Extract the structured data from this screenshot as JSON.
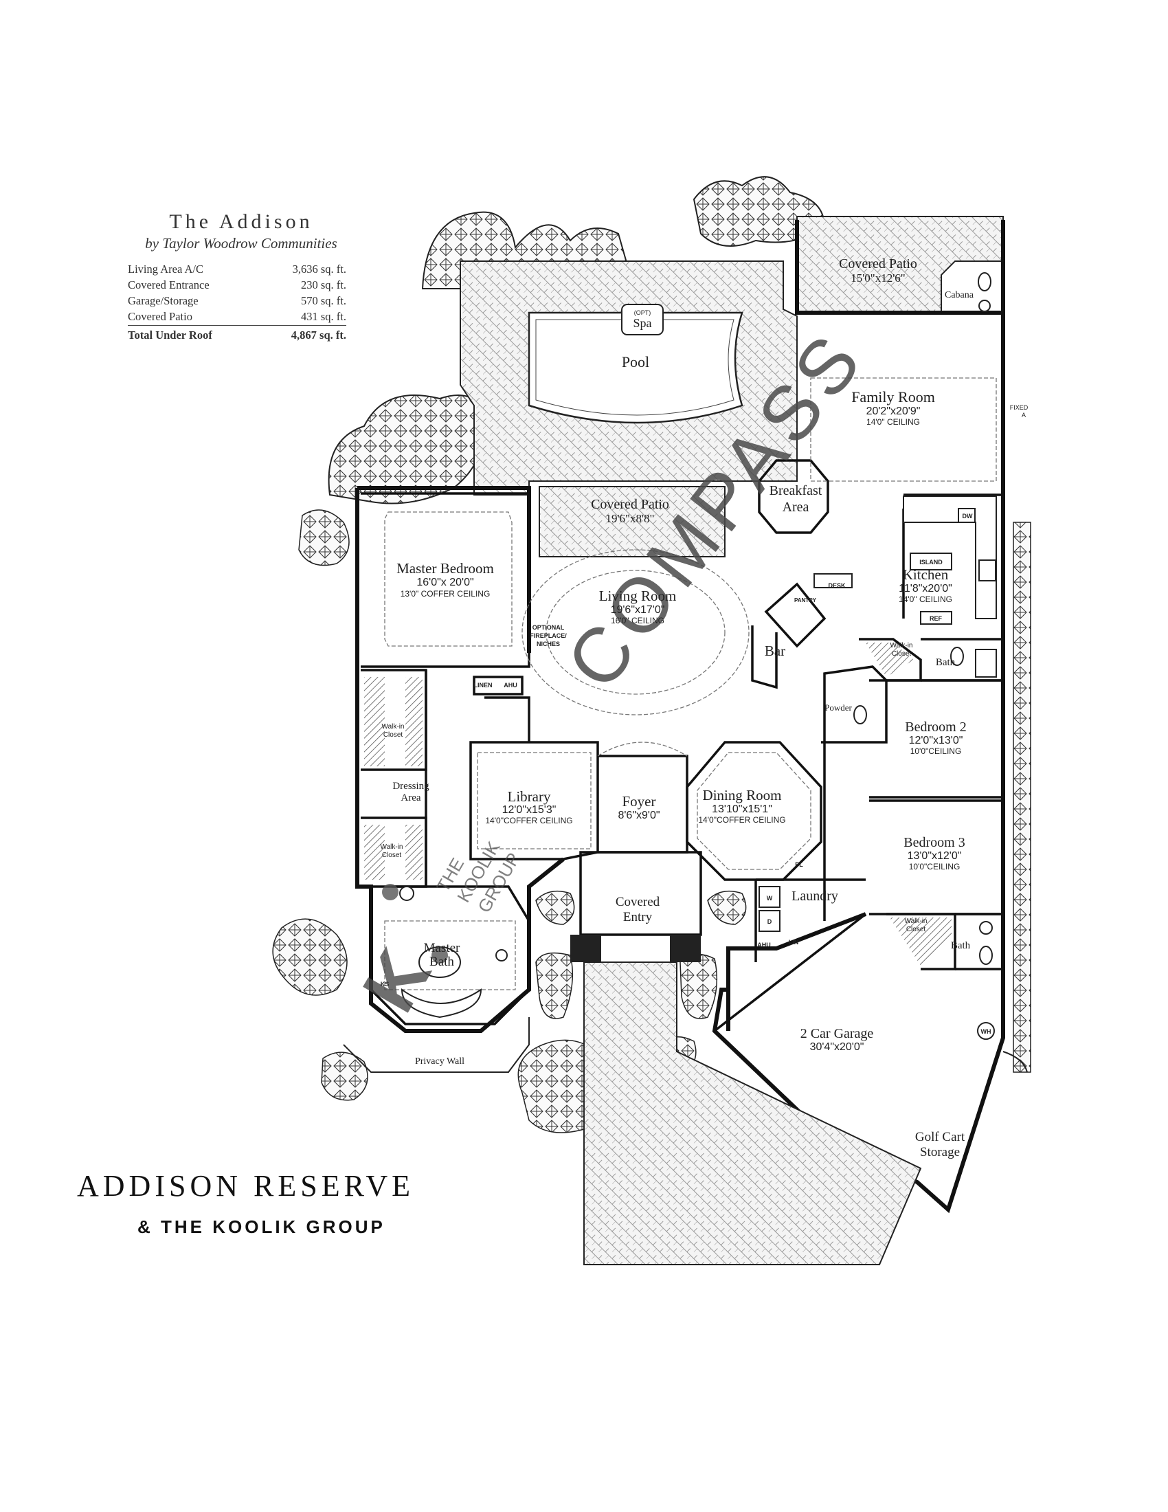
{
  "title": "The Addison",
  "builder": "by Taylor Woodrow Communities",
  "areas": [
    {
      "label": "Living Area A/C",
      "value": "3,636 sq. ft."
    },
    {
      "label": "Covered Entrance",
      "value": "230 sq. ft."
    },
    {
      "label": "Garage/Storage",
      "value": "570 sq. ft."
    },
    {
      "label": "Covered Patio",
      "value": "431 sq. ft."
    }
  ],
  "total": {
    "label": "Total Under Roof",
    "value": "4,867 sq. ft."
  },
  "brand": {
    "main": "ADDISON RESERVE",
    "sub": "& THE KOOLIK GROUP"
  },
  "watermarks": {
    "compass": "COMPASS",
    "koolik_line1": "THE",
    "koolik_line2": "KOOLIK",
    "koolik_line3": "GROUP",
    "koolik_mark": "K"
  },
  "rooms": {
    "covered_patio_top": {
      "name": "Covered Patio",
      "dims": "15'0\"x12'6\""
    },
    "cabana": {
      "name": "Cabana"
    },
    "spa": {
      "opt": "(OPT)",
      "name": "Spa"
    },
    "pool": {
      "name": "Pool"
    },
    "family_room": {
      "name": "Family Room",
      "dims": "20'2\"x20'9\"",
      "ceiling": "14'0\" CEILING"
    },
    "fixed_glass": {
      "name": "FIXED",
      "sub": "A"
    },
    "breakfast": {
      "line1": "Breakfast",
      "line2": "Area"
    },
    "covered_patio_mid": {
      "name": "Covered Patio",
      "dims": "19'6\"x8'8\""
    },
    "master_bedroom": {
      "name": "Master Bedroom",
      "dims": "16'0\"x 20'0\"",
      "ceiling": "13'0\" COFFER CEILING"
    },
    "living_room": {
      "name": "Living Room",
      "dims": "19'6\"x17'0\"",
      "ceiling": "16'0\" CEILING"
    },
    "fireplace": {
      "line1": "OPTIONAL",
      "line2": "FIREPLACE/",
      "line3": "NICHES"
    },
    "kitchen": {
      "name": "Kitchen",
      "dims": "11'8\"x20'0\"",
      "ceiling": "14'0\" CEILING"
    },
    "island": {
      "name": "ISLAND"
    },
    "dw": {
      "name": "DW"
    },
    "desk": {
      "name": "DESK"
    },
    "pantry": {
      "name": "PANTRY"
    },
    "ref": {
      "name": "REF"
    },
    "bar": {
      "name": "Bar"
    },
    "walkin_kitchen": {
      "line1": "Walk-in",
      "line2": "Closet"
    },
    "bath_kitchen": {
      "name": "Bath"
    },
    "linen": {
      "name": "LINEN"
    },
    "ahu_top": {
      "name": "AHU"
    },
    "powder": {
      "name": "Powder"
    },
    "walkin_master_top": {
      "line1": "Walk-in",
      "line2": "Closet"
    },
    "bedroom2": {
      "name": "Bedroom 2",
      "dims": "12'0\"x13'0\"",
      "ceiling": "10'0\"CEILING"
    },
    "dressing": {
      "line1": "Dressing",
      "line2": "Area"
    },
    "library": {
      "name": "Library",
      "dims": "12'0\"x15'3\"",
      "ceiling": "14'0\"COFFER CEILING"
    },
    "foyer": {
      "name": "Foyer",
      "dims": "8'6\"x9'0\""
    },
    "dining_room": {
      "name": "Dining Room",
      "dims": "13'10\"x15'1\"",
      "ceiling": "14'0\"COFFER CEILING"
    },
    "bedroom3": {
      "name": "Bedroom 3",
      "dims": "13'0\"x12'0\"",
      "ceiling": "10'0\"CEILING"
    },
    "walkin_master_bottom": {
      "line1": "Walk-in",
      "line2": "Closet"
    },
    "pl": {
      "name": "PL"
    },
    "laundry": {
      "name": "Laundry"
    },
    "washer": {
      "name": "W"
    },
    "dryer": {
      "name": "D"
    },
    "covered_entry": {
      "line1": "Covered",
      "line2": "Entry"
    },
    "master_bath": {
      "line1": "Master",
      "line2": "Bath"
    },
    "ks": {
      "name": "KS"
    },
    "ahu_bottom": {
      "name": "AHU"
    },
    "lin": {
      "name": "LIN"
    },
    "walkin_bed3": {
      "line1": "Walk-in",
      "line2": "Closet"
    },
    "bath_bed3": {
      "name": "Bath"
    },
    "garage": {
      "name": "2 Car Garage",
      "dims": "30'4\"x20'0\""
    },
    "wh": {
      "name": "WH"
    },
    "privacy_wall": {
      "name": "Privacy Wall"
    },
    "golf_cart": {
      "line1": "Golf Cart",
      "line2": "Storage"
    }
  }
}
